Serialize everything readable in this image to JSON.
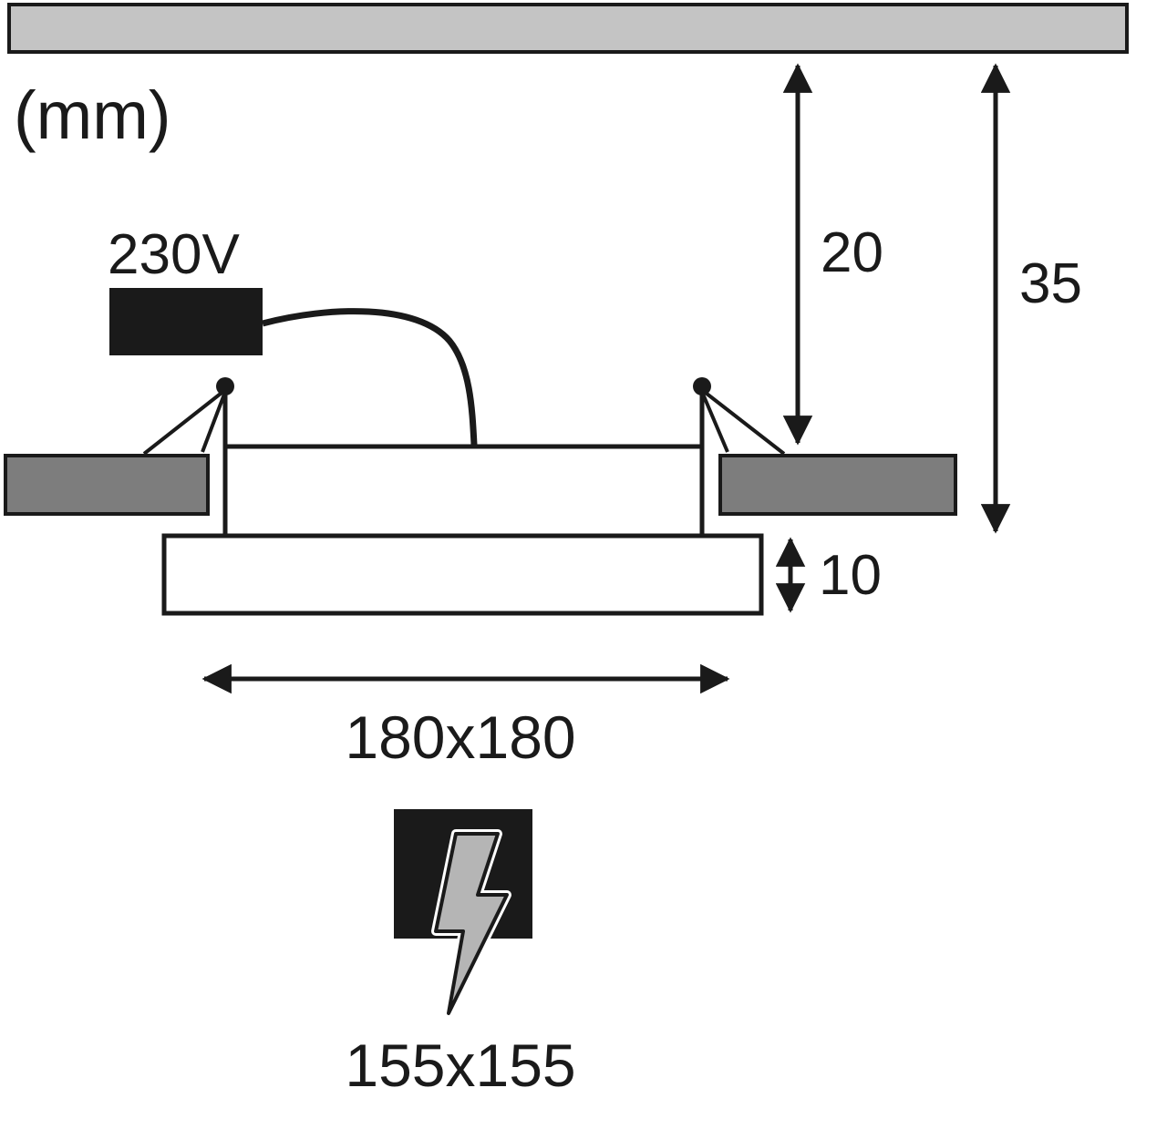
{
  "labels": {
    "unit": "(mm)",
    "voltage": "230V"
  },
  "dimensions": {
    "recess_depth": "20",
    "total_height": "35",
    "panel_thickness": "10",
    "panel_size": "180x180",
    "cutout_size": "155x155"
  },
  "colors": {
    "ceiling_gray": "#c4c4c4",
    "clip_gray": "#7d7d7d",
    "bolt_gray": "#b5b5b5",
    "line_black": "#1a1a1a",
    "background": "#ffffff"
  }
}
